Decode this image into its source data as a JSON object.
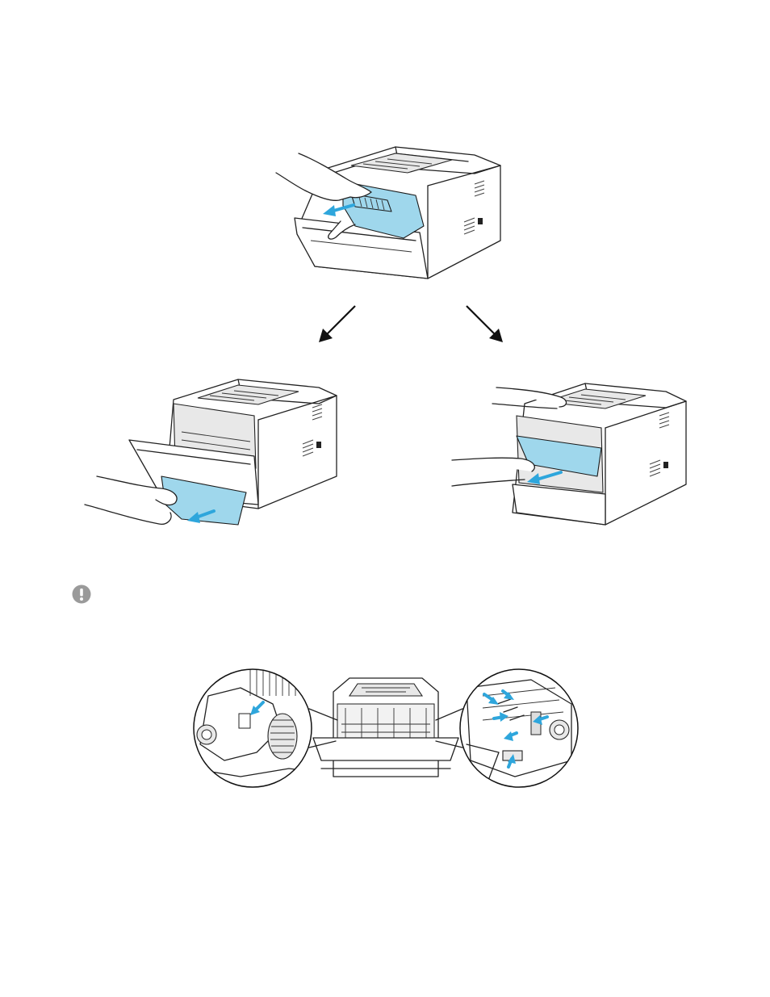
{
  "document": {
    "figures": [
      {
        "id": "remove-drum-unit",
        "icon": "printer-drum-removal-illustration"
      },
      {
        "id": "pull-paper-from-front",
        "icon": "paper-jam-front-illustration"
      },
      {
        "id": "pull-paper-from-inside",
        "icon": "paper-jam-inside-illustration"
      },
      {
        "id": "fuser-detail",
        "icon": "printer-fuser-detail-illustration"
      }
    ],
    "note_icon": "exclamation-circle-icon",
    "colors": {
      "accent": "#9fd7ec",
      "arrow_accent": "#2ea6dc",
      "outline": "#222222"
    }
  }
}
